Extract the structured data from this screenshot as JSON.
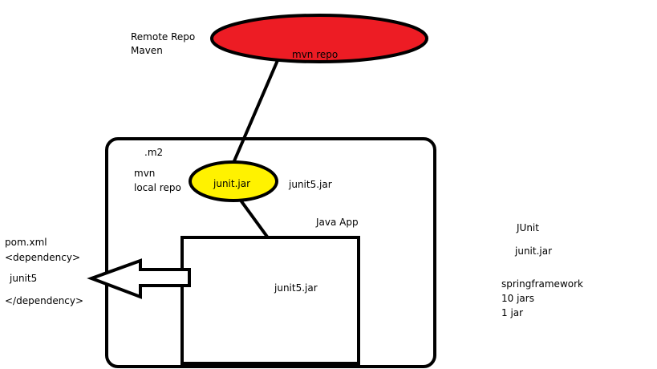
{
  "remote_repo": {
    "label_line1": "Remote Repo",
    "label_line2": "Maven",
    "node_label": "mvn repo",
    "fill_color": "#ed1c24"
  },
  "local_repo": {
    "folder_label": ".m2",
    "label_line1": "mvn",
    "label_line2": "local repo",
    "node_label": "junit.jar",
    "side_label": "junit5.jar",
    "fill_color": "#fff200"
  },
  "java_app": {
    "label": "Java App",
    "content_label": "junit5.jar"
  },
  "pom": {
    "line1": "pom.xml",
    "line2": "<dependency>",
    "line3": "junit5",
    "line4": "</dependency>"
  },
  "notes": {
    "junit_title": "JUnit",
    "junit_jar": "junit.jar",
    "spring_line1": "springframework",
    "spring_line2": "10 jars",
    "spring_line3": "1 jar"
  }
}
